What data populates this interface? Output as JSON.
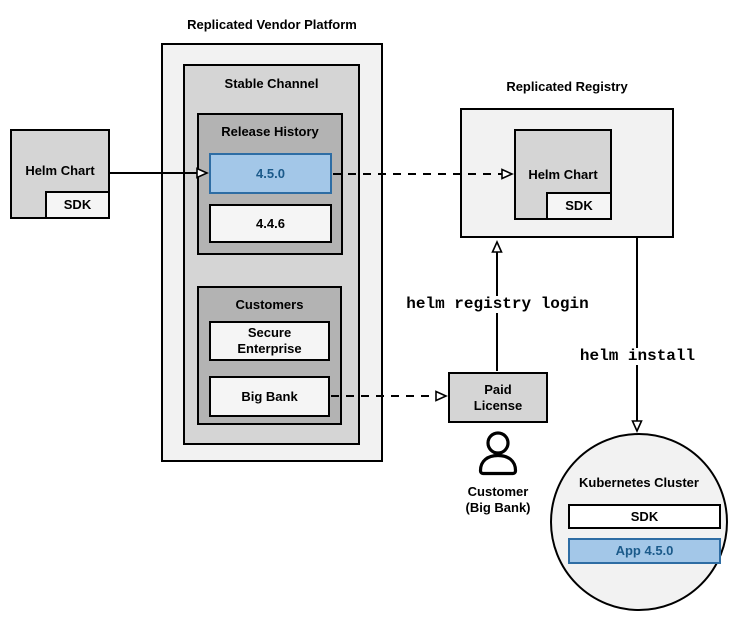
{
  "colors": {
    "highlight_fill": "#a3c7e8",
    "highlight_border": "#2e6da4",
    "highlight_text": "#1b5a8a",
    "container_light": "#f2f2f2",
    "container_medium": "#d5d5d5",
    "container_dark": "#b3b3b3",
    "item_fill": "#f5f5f5",
    "line_color": "#000000"
  },
  "vendor_platform": {
    "title": "Replicated Vendor Platform",
    "stable_channel": {
      "title": "Stable Channel",
      "release_history": {
        "title": "Release History",
        "releases": [
          {
            "version": "4.5.0",
            "highlighted": true
          },
          {
            "version": "4.4.6",
            "highlighted": false
          }
        ]
      },
      "customers": {
        "title": "Customers",
        "items": [
          {
            "name": "Secure Enterprise"
          },
          {
            "name": "Big Bank"
          }
        ]
      }
    }
  },
  "vendor_chart": {
    "label": "Helm Chart",
    "sdk_label": "SDK"
  },
  "registry": {
    "title": "Replicated Registry",
    "helm_chart": {
      "label": "Helm Chart",
      "sdk_label": "SDK"
    }
  },
  "paid_license": {
    "label": "Paid License"
  },
  "customer": {
    "name": "Customer",
    "company": "(Big Bank)",
    "icon": "person-icon"
  },
  "commands": {
    "registry_login": "helm registry login",
    "install": "helm install"
  },
  "cluster": {
    "title": "Kubernetes Cluster",
    "sdk_label": "SDK",
    "app_label": "App 4.5.0"
  }
}
